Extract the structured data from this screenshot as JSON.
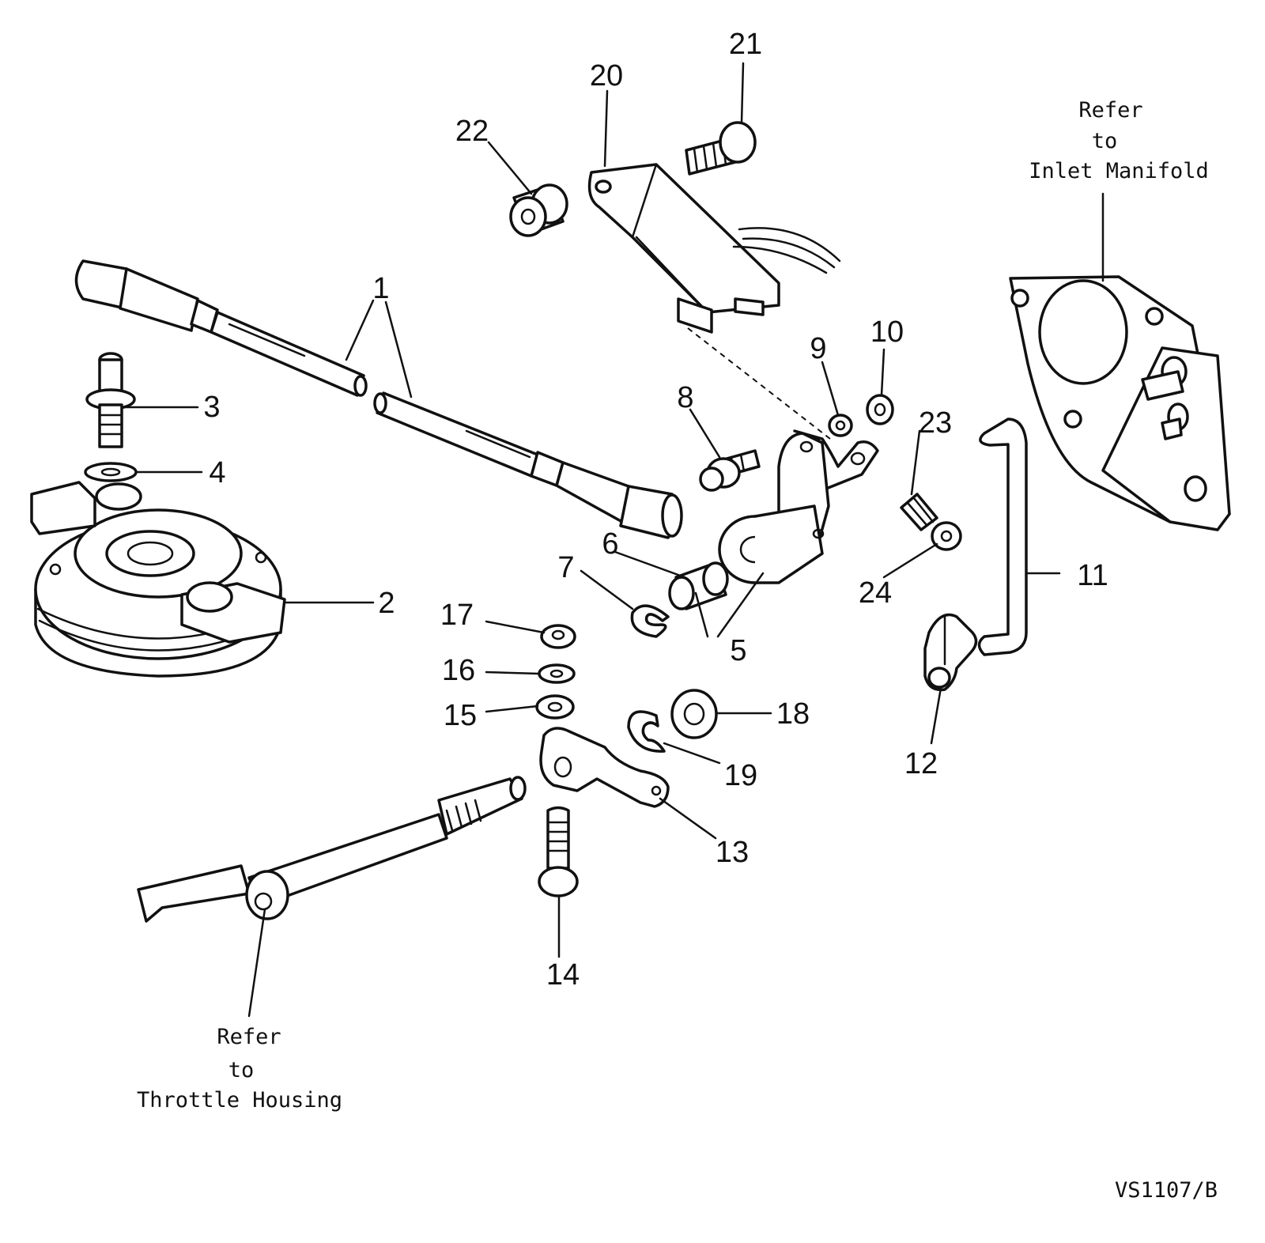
{
  "callouts": [
    {
      "id": "1",
      "text": "1"
    },
    {
      "id": "2",
      "text": "2"
    },
    {
      "id": "3",
      "text": "3"
    },
    {
      "id": "4",
      "text": "4"
    },
    {
      "id": "5",
      "text": "5"
    },
    {
      "id": "6",
      "text": "6"
    },
    {
      "id": "7",
      "text": "7"
    },
    {
      "id": "8",
      "text": "8"
    },
    {
      "id": "9",
      "text": "9"
    },
    {
      "id": "10",
      "text": "10"
    },
    {
      "id": "11",
      "text": "11"
    },
    {
      "id": "12",
      "text": "12"
    },
    {
      "id": "13",
      "text": "13"
    },
    {
      "id": "14",
      "text": "14"
    },
    {
      "id": "15",
      "text": "15"
    },
    {
      "id": "16",
      "text": "16"
    },
    {
      "id": "17",
      "text": "17"
    },
    {
      "id": "18",
      "text": "18"
    },
    {
      "id": "19",
      "text": "19"
    },
    {
      "id": "20",
      "text": "20"
    },
    {
      "id": "21",
      "text": "21"
    },
    {
      "id": "22",
      "text": "22"
    },
    {
      "id": "23",
      "text": "23"
    },
    {
      "id": "24",
      "text": "24"
    }
  ],
  "notes": {
    "inlet_manifold": [
      "Refer",
      "to",
      "Inlet Manifold"
    ],
    "throttle_housing": [
      "Refer",
      "to",
      "Throttle Housing"
    ]
  },
  "drawing_ref": "VS1107/B"
}
